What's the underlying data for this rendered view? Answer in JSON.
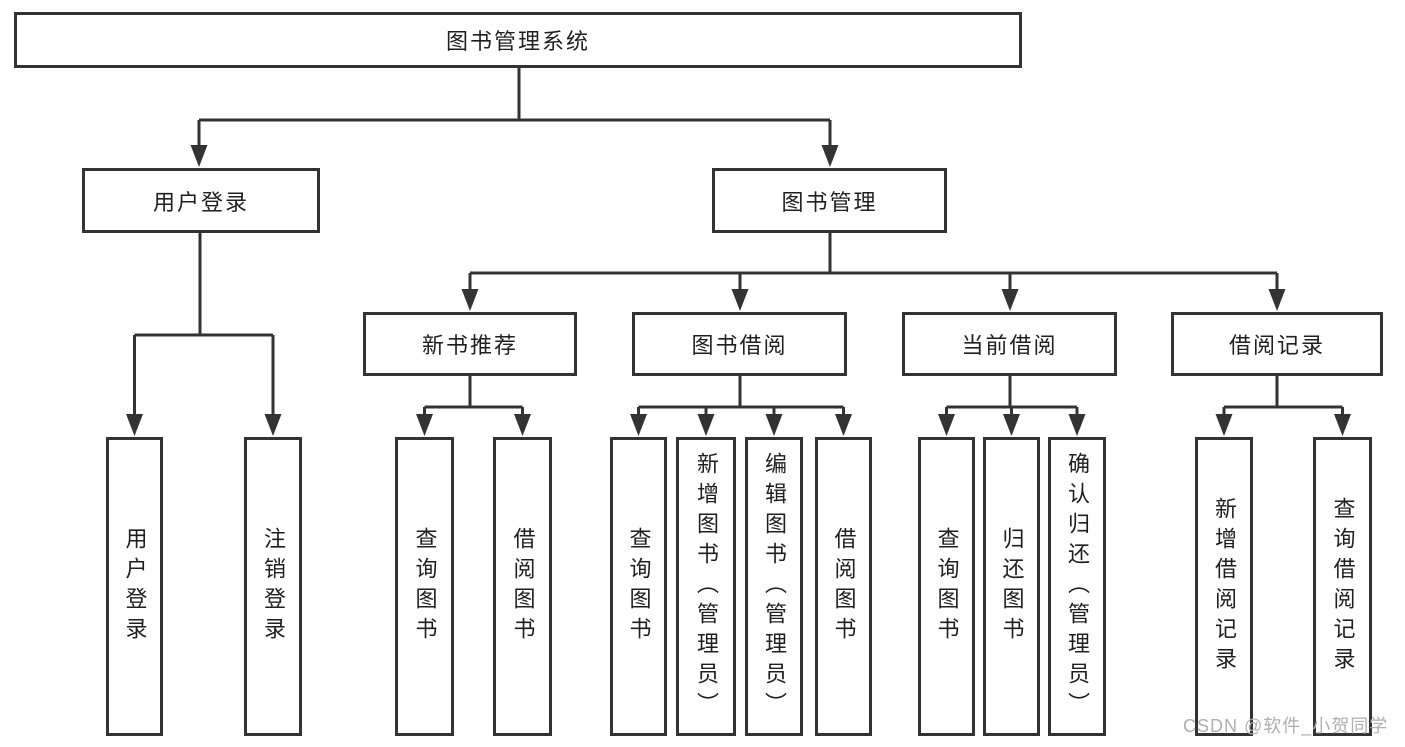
{
  "colors": {
    "line": "#333333",
    "text": "#1f1f1f",
    "box_background": "#ffffff",
    "watermark": "#b0b0b0"
  },
  "tree": {
    "root": {
      "label": "图书管理系统",
      "children": [
        {
          "label": "用户登录",
          "children": [
            {
              "label": "用户登录"
            },
            {
              "label": "注销登录"
            }
          ]
        },
        {
          "label": "图书管理",
          "children": [
            {
              "label": "新书推荐",
              "children": [
                {
                  "label": "查询图书"
                },
                {
                  "label": "借阅图书"
                }
              ]
            },
            {
              "label": "图书借阅",
              "children": [
                {
                  "label": "查询图书"
                },
                {
                  "label": "新增图书（管理员）"
                },
                {
                  "label": "编辑图书（管理员）"
                },
                {
                  "label": "借阅图书"
                }
              ]
            },
            {
              "label": "当前借阅",
              "children": [
                {
                  "label": "查询图书"
                },
                {
                  "label": "归还图书"
                },
                {
                  "label": "确认归还（管理员）"
                }
              ]
            },
            {
              "label": "借阅记录",
              "children": [
                {
                  "label": "新增借阅记录"
                },
                {
                  "label": "查询借阅记录"
                }
              ]
            }
          ]
        }
      ]
    }
  },
  "watermark": {
    "text": "CSDN @软件_小贺同学"
  }
}
